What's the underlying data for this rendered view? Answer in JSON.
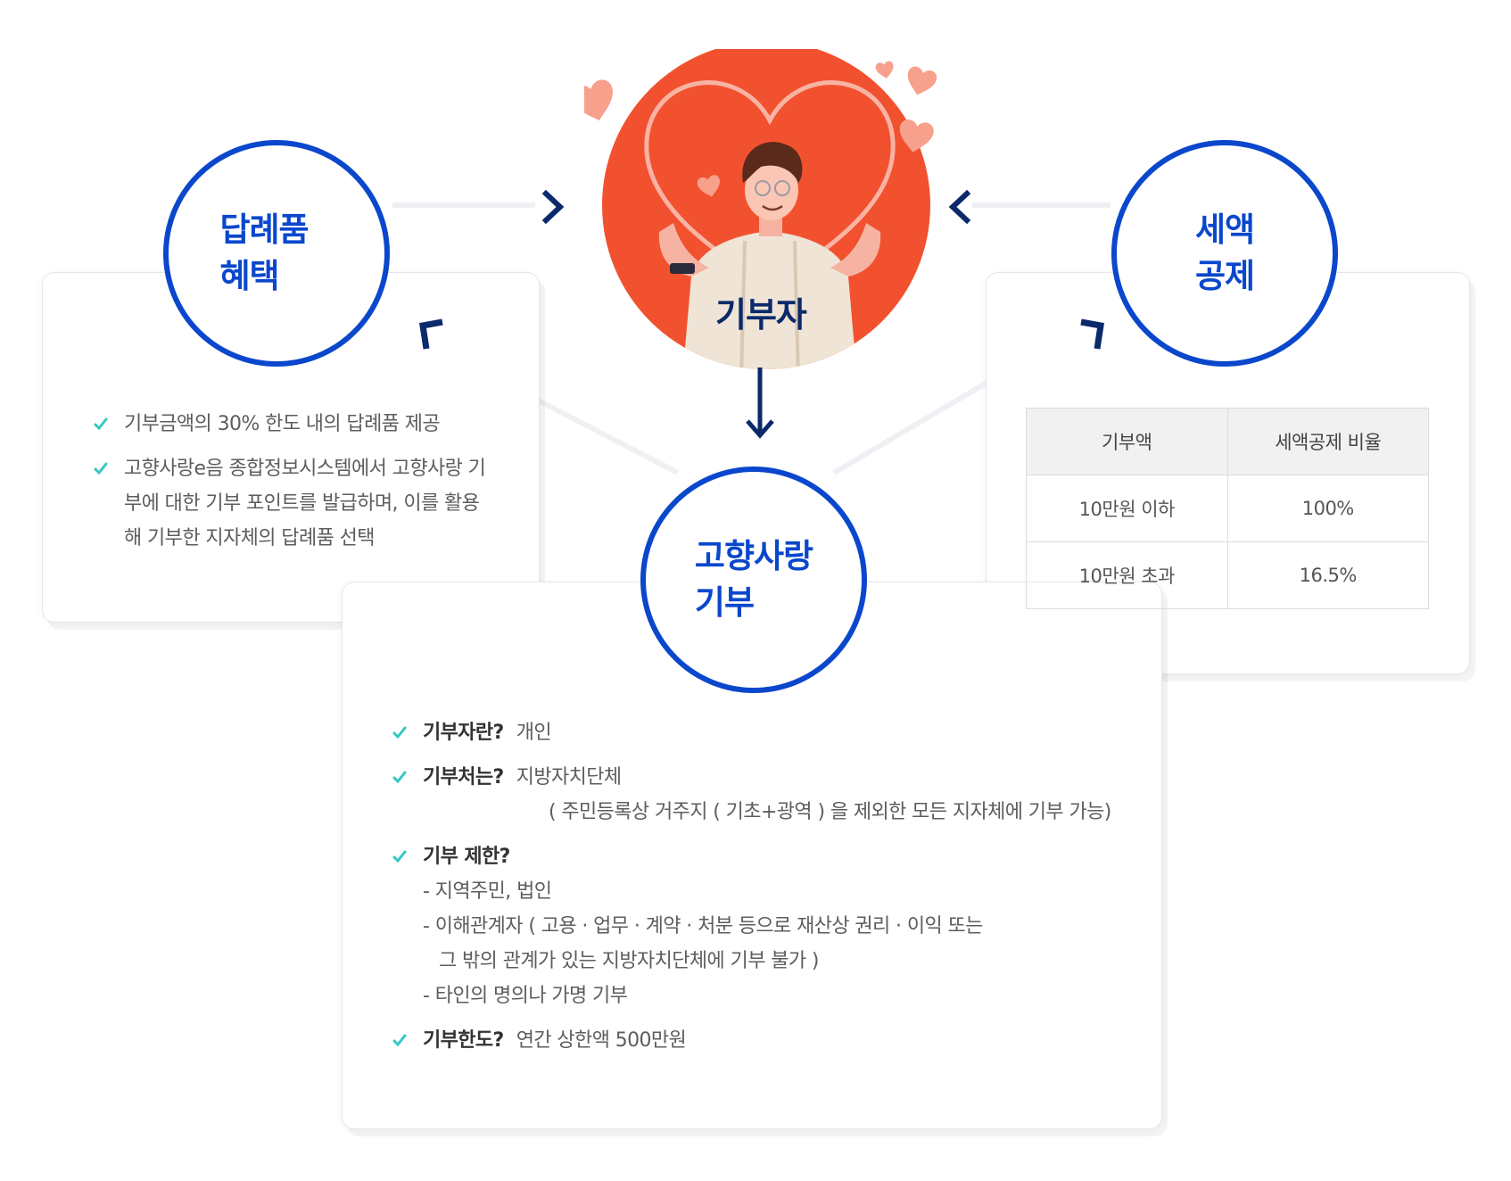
{
  "colors": {
    "accent_blue": "#0a47cc",
    "navy": "#0b2a6b",
    "donor_red": "#f2512f",
    "heart_pink": "#f7a08c",
    "check_teal": "#33c7c4",
    "text_gray": "#5d5d5d"
  },
  "donor": {
    "label": "기부자",
    "illustration": "person-holding-heart-illustration"
  },
  "gift": {
    "title_line1": "답례품",
    "title_line2": "혜택",
    "bullets": [
      "기부금액의 30% 한도 내의 답례품 제공",
      "고향사랑e음 종합정보시스템에서 고향사랑 기부에 대한 기부 포인트를 발급하며, 이를 활용해 기부한 지자체의 답례품 선택"
    ]
  },
  "tax": {
    "title_line1": "세액",
    "title_line2": "공제",
    "table": {
      "headers": [
        "기부액",
        "세액공제 비율"
      ],
      "rows": [
        [
          "10만원 이하",
          "100%"
        ],
        [
          "10만원 초과",
          "16.5%"
        ]
      ]
    }
  },
  "hometown": {
    "title_line1": "고향사랑",
    "title_line2": "기부",
    "items": [
      {
        "q": "기부자란?",
        "a": "개인"
      },
      {
        "q": "기부처는?",
        "a": "지방자치단체",
        "note": "( 주민등록상 거주지 ( 기초+광역 ) 을 제외한 모든 지자체에 기부 가능)"
      },
      {
        "q": "기부 제한?",
        "list": [
          "- 지역주민, 법인",
          "- 이해관계자 ( 고용 · 업무 · 계약 · 처분 등으로 재산상 권리 · 이익 또는",
          "그 밖의 관계가 있는 지방자치단체에 기부 불가 )",
          "- 타인의 명의나 가명 기부"
        ]
      },
      {
        "q": "기부한도?",
        "a": "연간 상한액 500만원"
      }
    ]
  }
}
